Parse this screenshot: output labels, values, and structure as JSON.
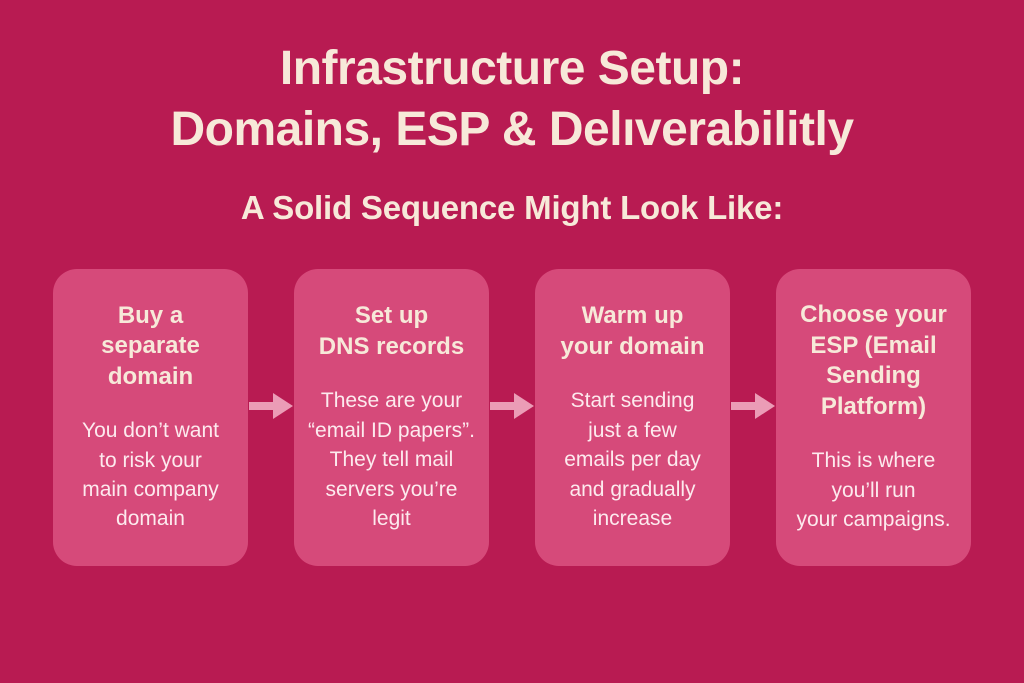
{
  "header": {
    "title": "Infrastructure Setup:\nDomains, ESP & Delıverabilitly",
    "subtitle": "A Solid Sequence Might Look Like:"
  },
  "steps": [
    {
      "title": "Buy a\nseparate\ndomain",
      "body": "You don’t want\nto risk your\nmain company\ndomain"
    },
    {
      "title": "Set up\nDNS records",
      "body": "These are your\n“email ID papers”.\nThey tell mail\nservers you’re\nlegit"
    },
    {
      "title": "Warm up\nyour domain",
      "body": "Start sending\njust a few\nemails per day\nand gradually\nincrease"
    },
    {
      "title": "Choose your\nESP (Email\nSending\nPlatform)",
      "body": "This is where\nyou’ll run\nyour campaigns."
    }
  ],
  "icons": {
    "step_separator": "right-arrow-icon"
  },
  "colors": {
    "background": "#b81b52",
    "card": "#d64a7a",
    "arrow": "#eb9cb6",
    "heading_text": "#f7e9d9",
    "body_text": "#fdeaee"
  }
}
